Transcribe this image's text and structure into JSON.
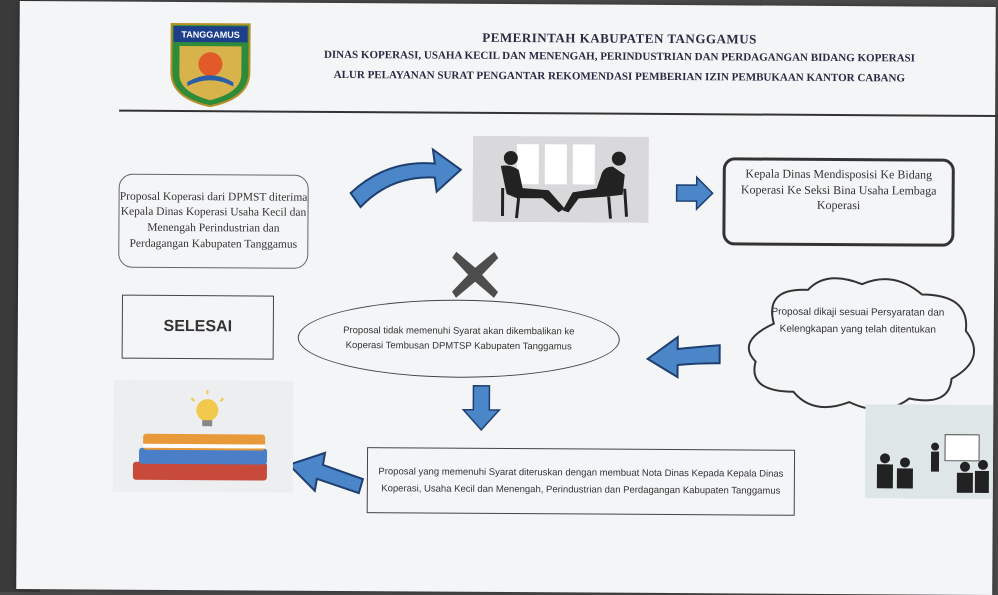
{
  "header": {
    "logo_text": "TANGGAMUS",
    "line1": "PEMERINTAH KABUPATEN TANGGAMUS",
    "line2": "DINAS KOPERASI, USAHA KECIL DAN MENENGAH, PERINDUSTRIAN DAN PERDAGANGAN BIDANG KOPERASI",
    "line3": "ALUR PELAYANAN SURAT PENGANTAR REKOMENDASI PEMBERIAN IZIN PEMBUKAAN KANTOR CABANG"
  },
  "flow": {
    "proposal_received": "Proposal Koperasi dari DPMST diterima Kepala Dinas Koperasi Usaha Kecil dan Menengah Perindustrian dan Perdagangan Kabupaten Tanggamus",
    "kepala_dinas": "Kepala Dinas Mendisposisi Ke Bidang Koperasi  Ke Seksi Bina Usaha Lembaga Koperasi",
    "review": "Proposal dikaji sesuai Persyaratan dan Kelengkapan yang telah ditentukan",
    "rejected": "Proposal tidak memenuhi Syarat akan dikembalikan ke Koperasi Tembusan DPMTSP Kabupaten Tanggamus",
    "accepted": "Proposal yang memenuhi Syarat diteruskan dengan membuat Nota Dinas Kepada Kepala Dinas Koperasi, Usaha Kecil dan Menengah, Perindustrian dan Perdagangan Kabupaten Tanggamus",
    "end": "SELESAI"
  },
  "colors": {
    "arrow_fill": "#4a86c8",
    "arrow_stroke": "#1f3f70",
    "reject_mark": "#4d4d4d"
  },
  "icons": [
    "tanggamus-logo",
    "meeting-silhouette-image",
    "books-image",
    "conference-image",
    "reject-x-icon"
  ]
}
